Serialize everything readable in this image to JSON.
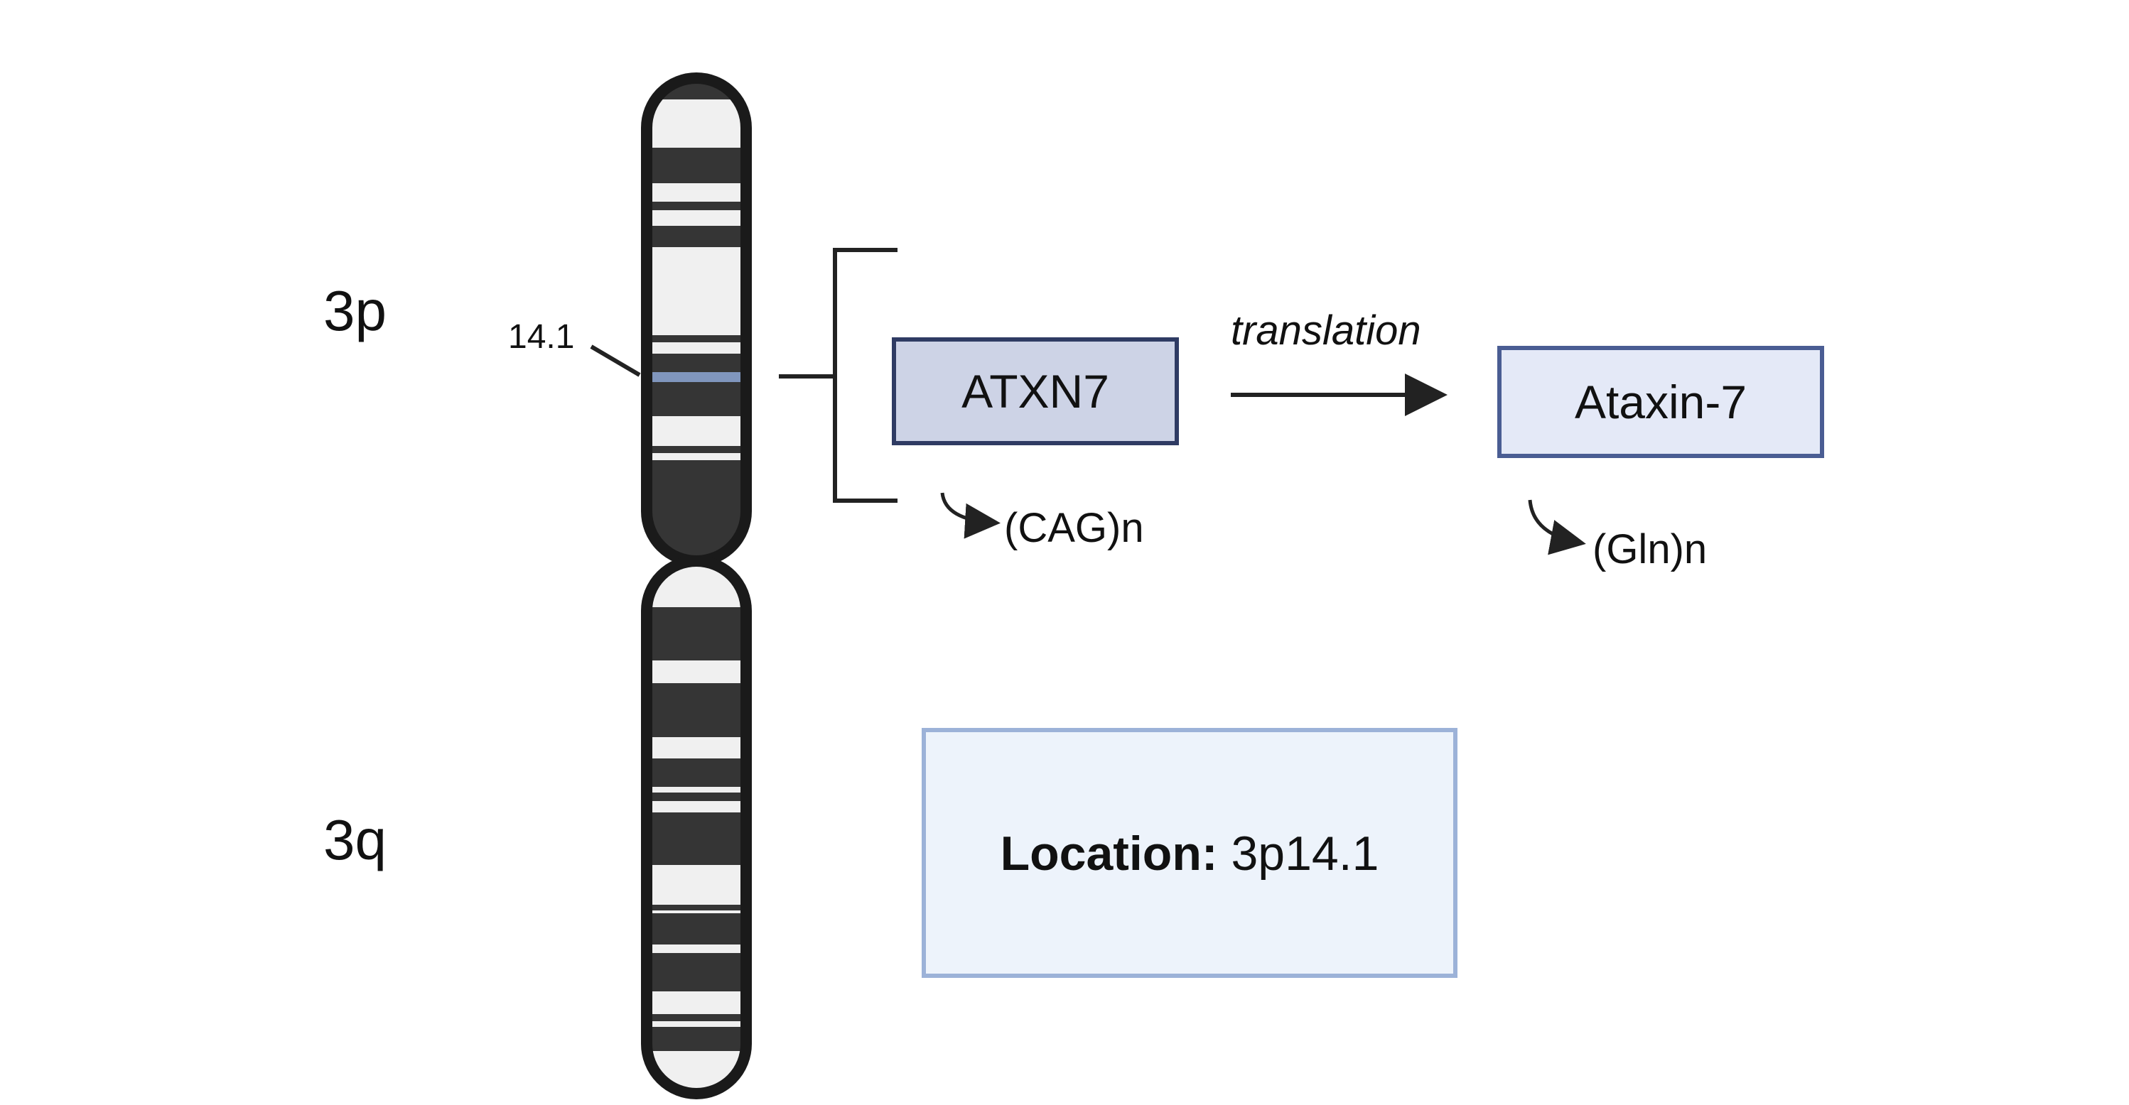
{
  "chromosome": {
    "arm_p_label": "3p",
    "arm_q_label": "3q",
    "band_label": "14.1",
    "highlight_color": "#8096bd"
  },
  "gene": {
    "name": "ATXN7",
    "repeat": "(CAG)n",
    "fill_color": "#cdd3e6",
    "border_color": "#2f3b63"
  },
  "process": {
    "label": "translation"
  },
  "protein": {
    "name": "Ataxin-7",
    "repeat": "(Gln)n",
    "fill_color": "#e4e9f7",
    "border_color": "#4a5d93"
  },
  "location_box": {
    "label": "Location:",
    "value": "3p14.1",
    "fill_color": "#edf3fb",
    "border_color": "#9cb2d8"
  }
}
